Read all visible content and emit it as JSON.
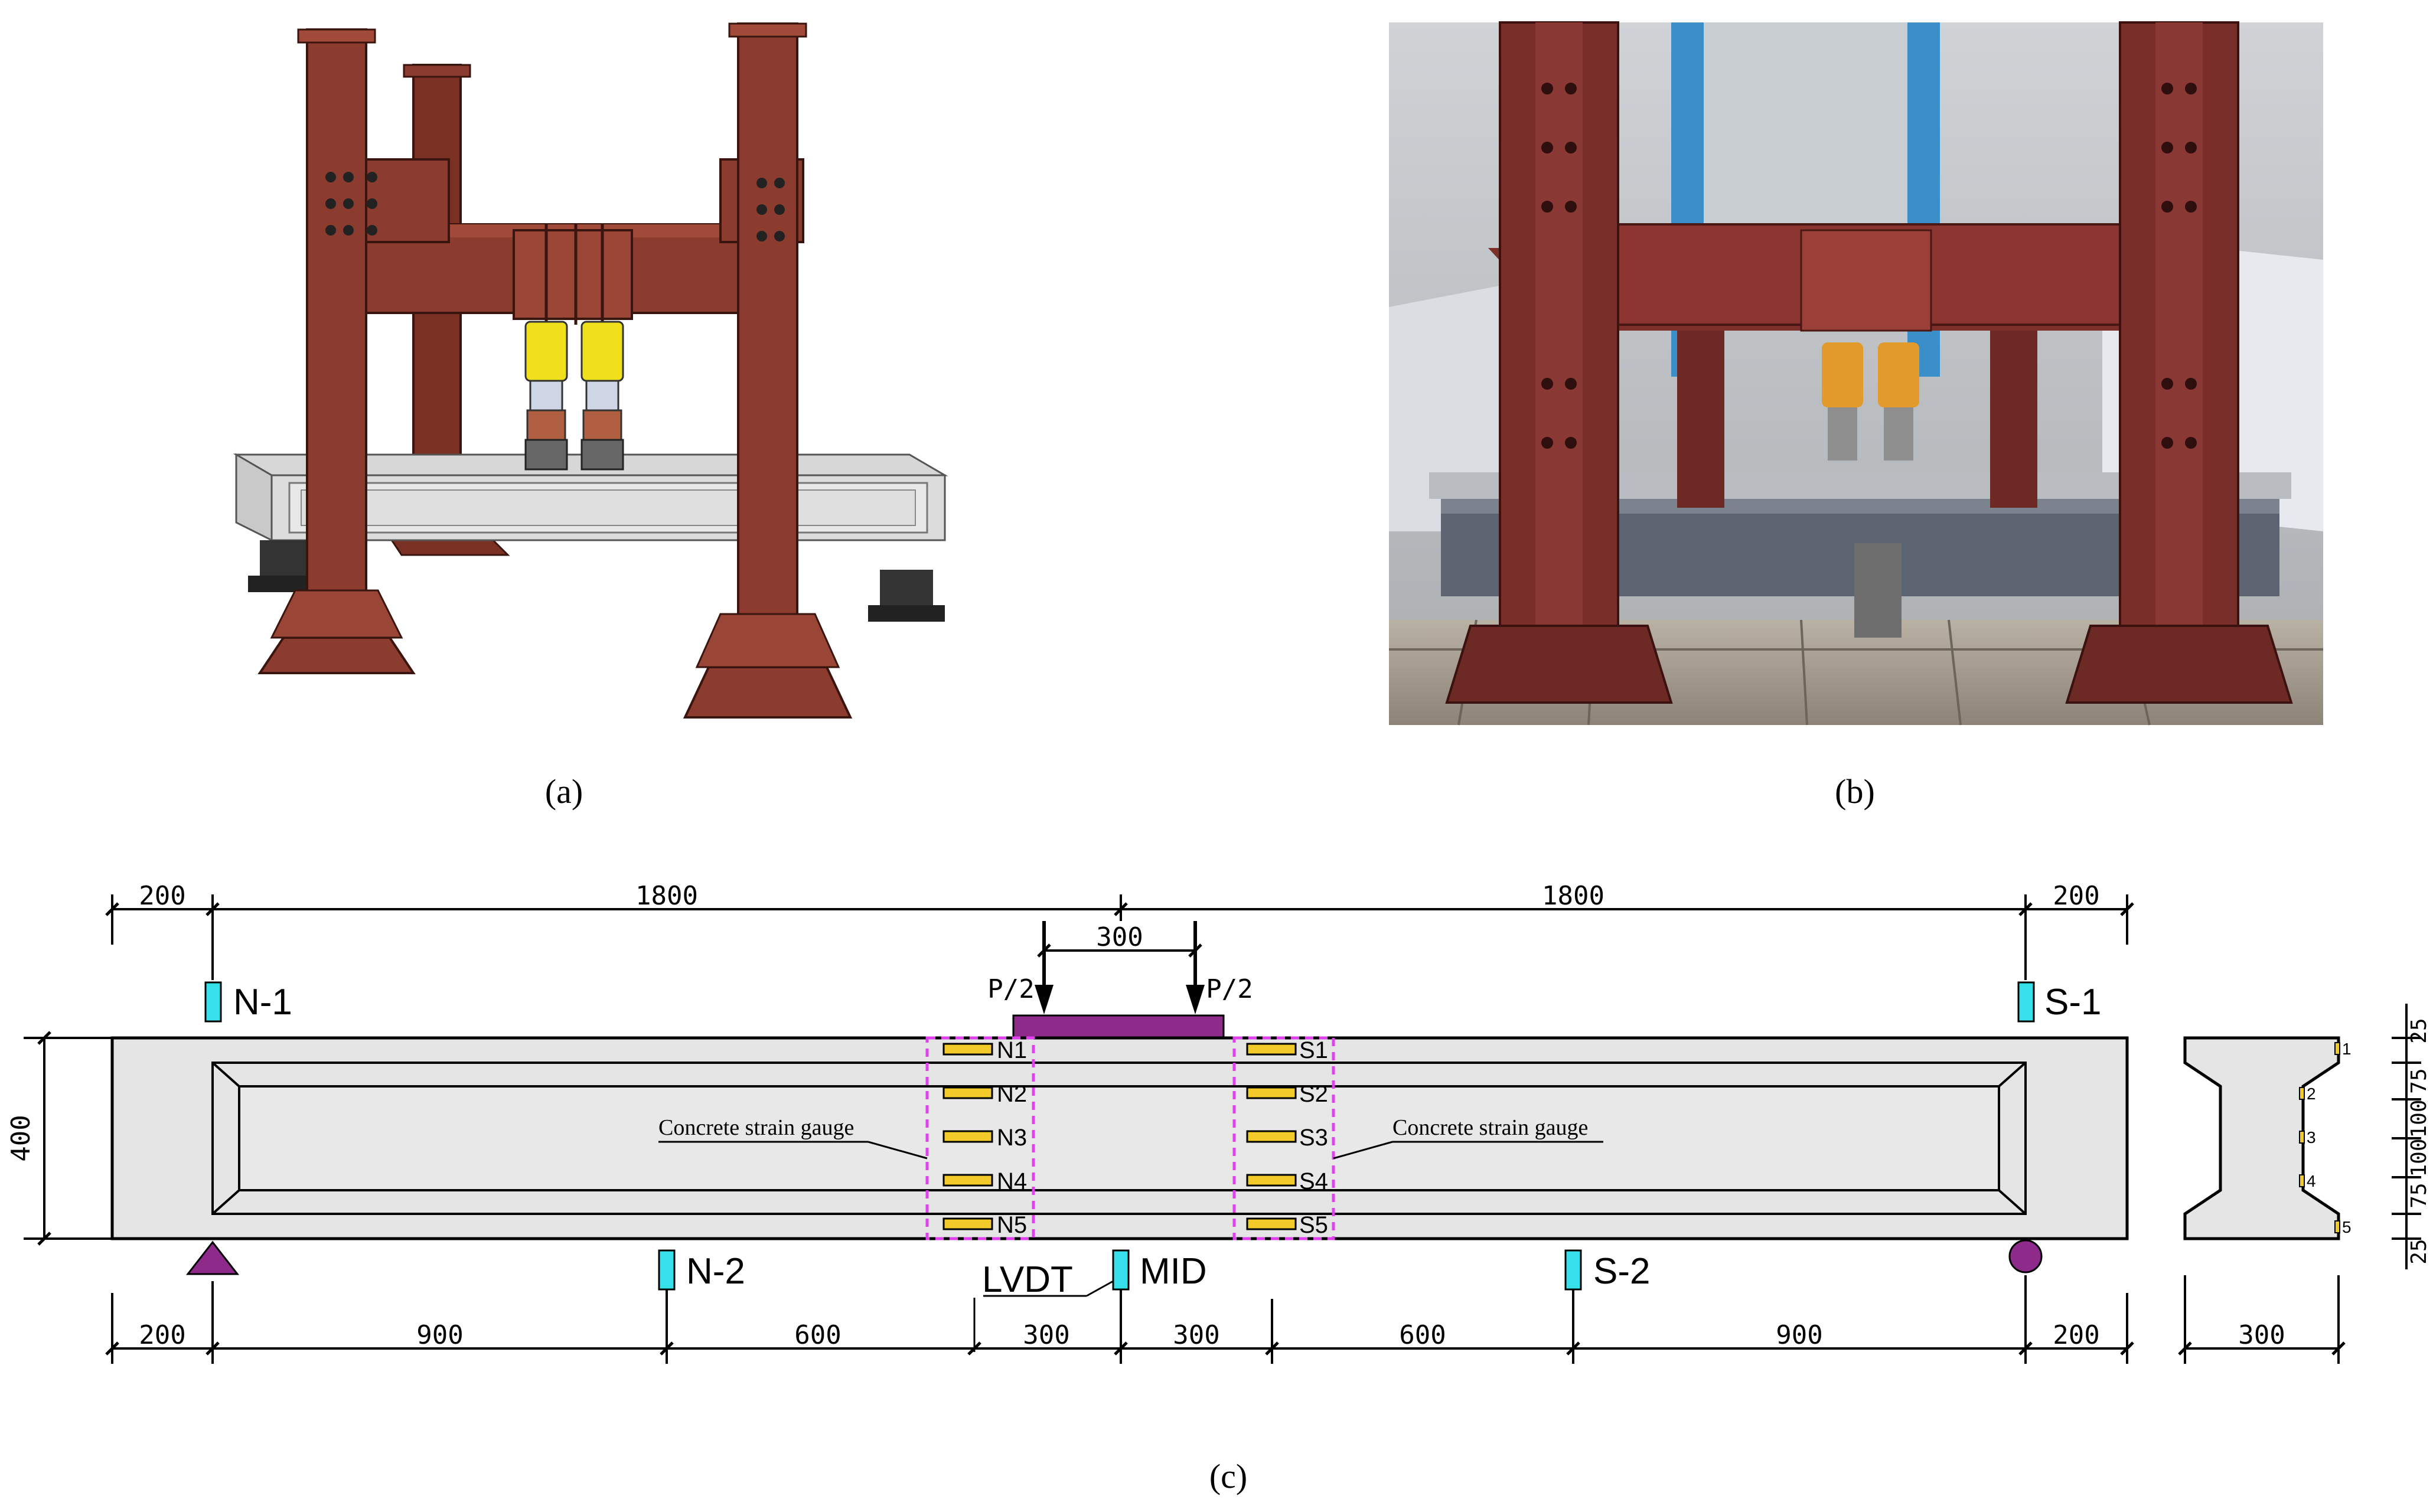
{
  "panels": {
    "a": {
      "label": "(a)"
    },
    "b": {
      "label": "(b)"
    },
    "c": {
      "label": "(c)"
    }
  },
  "top_dimensions": [
    "200",
    "1800",
    "300",
    "1800",
    "200"
  ],
  "bottom_dimensions": [
    "200",
    "900",
    "600",
    "300",
    "300",
    "600",
    "900",
    "200"
  ],
  "height_dimension": "400",
  "loads": {
    "left": "P/2",
    "right": "P/2"
  },
  "displacement_sensors": {
    "n1": "N-1",
    "s1": "S-1",
    "n2": "N-2",
    "mid": "MID",
    "s2": "S-2",
    "lvdt": "LVDT"
  },
  "strain_gauges": {
    "north": [
      "N1",
      "N2",
      "N3",
      "N4",
      "N5"
    ],
    "south": [
      "S1",
      "S2",
      "S3",
      "S4",
      "S5"
    ],
    "label_left": "Concrete strain gauge",
    "label_right": "Concrete strain gauge"
  },
  "section": {
    "gauge_labels": [
      "1",
      "2",
      "3",
      "4",
      "5"
    ],
    "side_dimensions": [
      "25",
      "75",
      "100",
      "100",
      "75",
      "25"
    ],
    "width": "300"
  },
  "colors": {
    "steel": "#8c3c2e",
    "concrete": "#e5e5e5",
    "load_plate": "#8e2a8a",
    "sensor": "#35e0ea",
    "gauge": "#f2cb2a",
    "gauge_box": "#e040ee",
    "jack": "#f0e01c"
  }
}
